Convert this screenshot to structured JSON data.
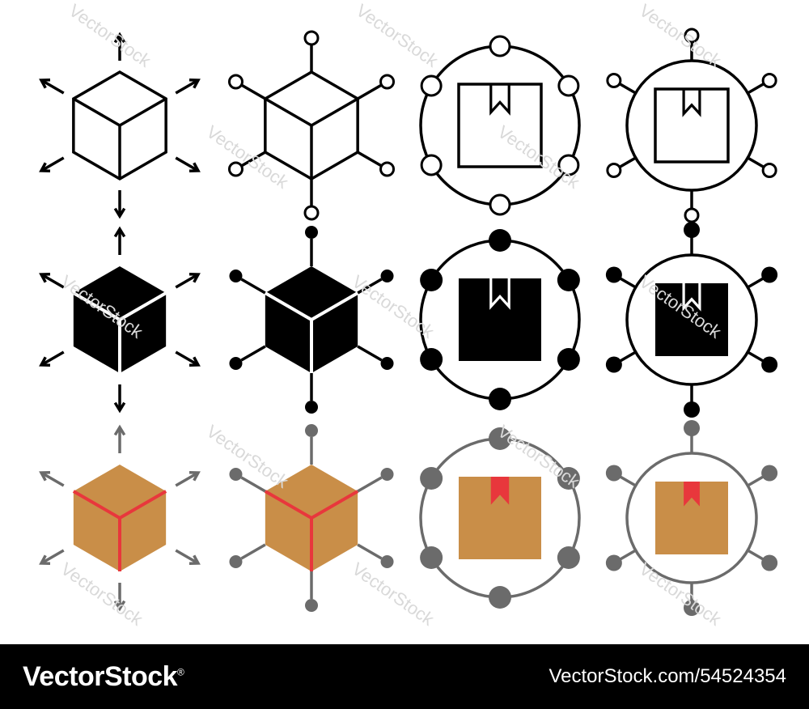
{
  "icon_set": {
    "rows": [
      {
        "style": "outline",
        "stroke": "#000000",
        "fill": "none",
        "accent": "#000000"
      },
      {
        "style": "glyph",
        "stroke": "#000000",
        "fill": "#000000",
        "accent": "#ffffff"
      },
      {
        "style": "color",
        "stroke": "#6b6b6b",
        "fill": "#c98e48",
        "accent": "#e8373c"
      }
    ],
    "columns": [
      {
        "icon": "cube-arrows-icon"
      },
      {
        "icon": "cube-network-icon"
      },
      {
        "icon": "box-ring-network-icon"
      },
      {
        "icon": "box-circle-nodes-icon"
      }
    ]
  },
  "watermark": {
    "text": "VectorStock",
    "color": "#d9d9d9"
  },
  "footer": {
    "brand": "VectorStock",
    "brand_mark": "®",
    "stock_id": "VectorStock.com/54524354",
    "background": "#000000",
    "text_color": "#ffffff"
  }
}
